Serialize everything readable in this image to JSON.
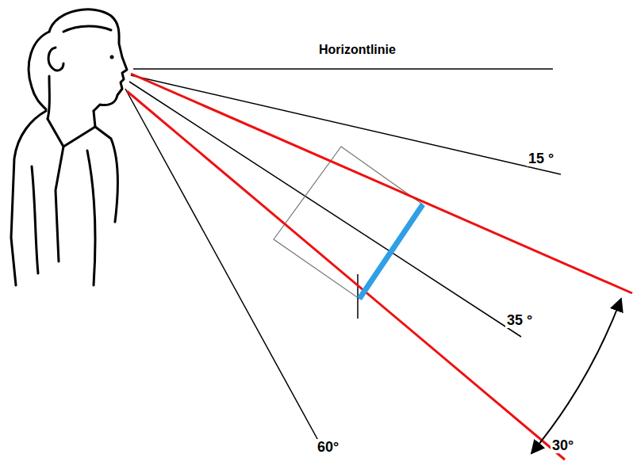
{
  "diagram": {
    "labels": [
      "Horizontlinie",
      "15 °",
      "35 °",
      "60°",
      "30°"
    ]
  }
}
